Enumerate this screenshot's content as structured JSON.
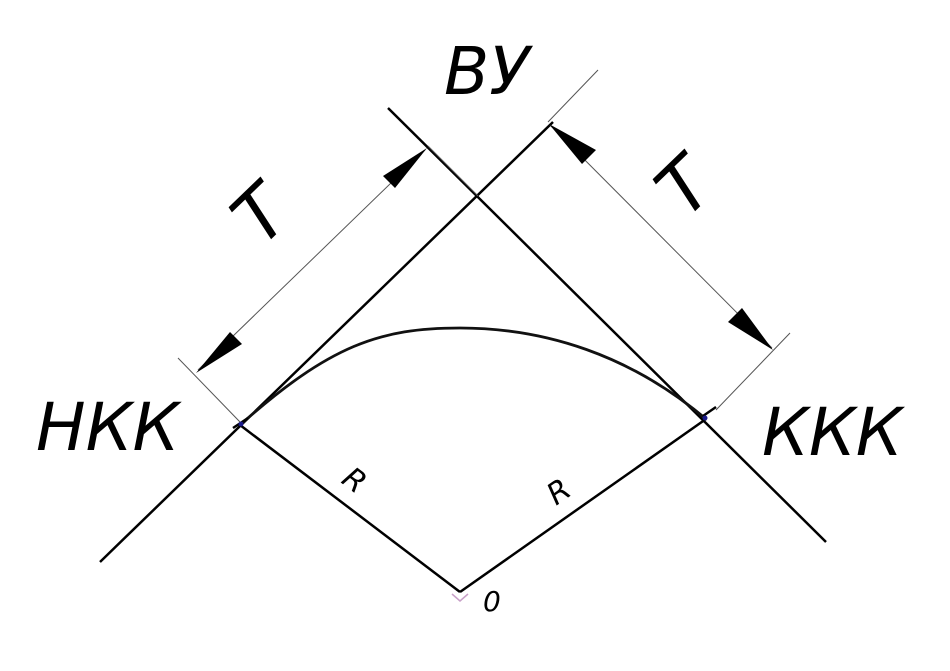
{
  "labels": {
    "vertex": "ВУ",
    "curve_start": "НКК",
    "curve_end": "ККК",
    "tangent_left": "T",
    "tangent_right": "T",
    "radius_left": "R",
    "radius_right": "R",
    "center": "0"
  },
  "colors": {
    "line": "#000000",
    "dimension_line": "#555555",
    "curve": "#111111",
    "point_mark": "#1a1a8a",
    "center_mark": "#c8a0c8"
  }
}
